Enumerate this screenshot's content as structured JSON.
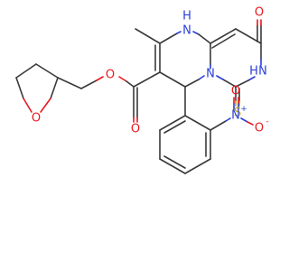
{
  "colors": {
    "carbon_bond": "#3a3a3a",
    "oxygen": "#e8191f",
    "nitrogen": "#2a3fd8",
    "sulfur": "#c8a200",
    "background": "#ffffff"
  },
  "atoms": {
    "o_thf": "O",
    "o_ester_single": "O",
    "o_ester_carbonyl": "O",
    "nh_top": "H",
    "n_top": "N",
    "n_bridge": "N",
    "o_ketone": "O",
    "nh_right": "H",
    "n_right": "N",
    "s_thione": "S",
    "n_nitro": "N",
    "n_nitro_charge": "+",
    "o_nitro_top": "O",
    "o_nitro_right": "O",
    "o_nitro_charge": "-"
  }
}
